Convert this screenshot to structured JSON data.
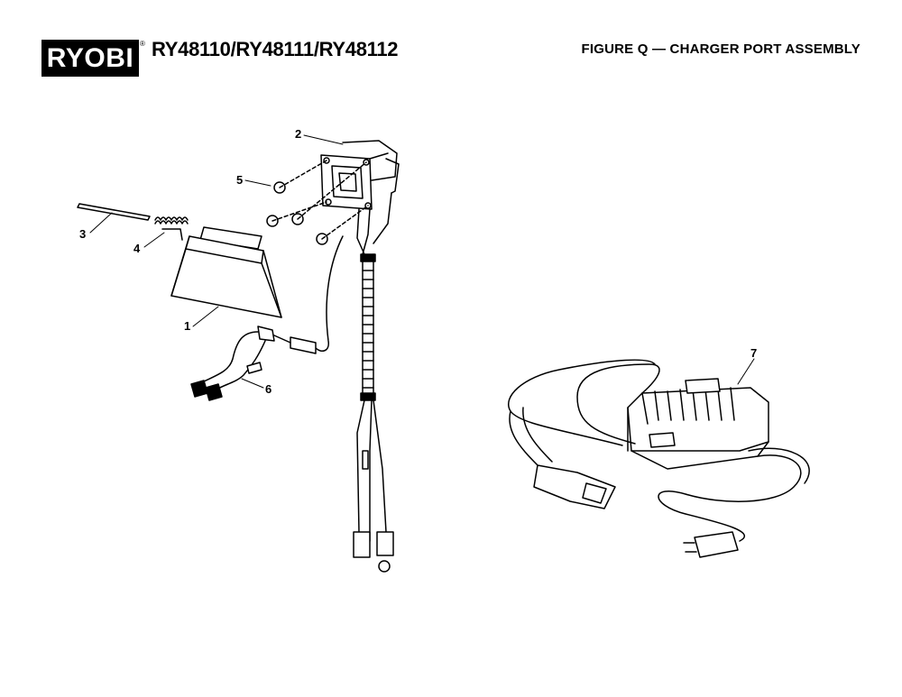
{
  "header": {
    "brand": "RYOBI",
    "model_numbers": "RY48110/RY48111/RY48112",
    "figure_title": "FIGURE Q — CHARGER PORT ASSEMBLY"
  },
  "callouts": [
    "1",
    "2",
    "3",
    "4",
    "5",
    "6",
    "7"
  ],
  "colors": {
    "ink": "#000000",
    "paper": "#ffffff",
    "logo_bg": "#000000"
  },
  "icons": {
    "logo": "ryobi-logo"
  }
}
